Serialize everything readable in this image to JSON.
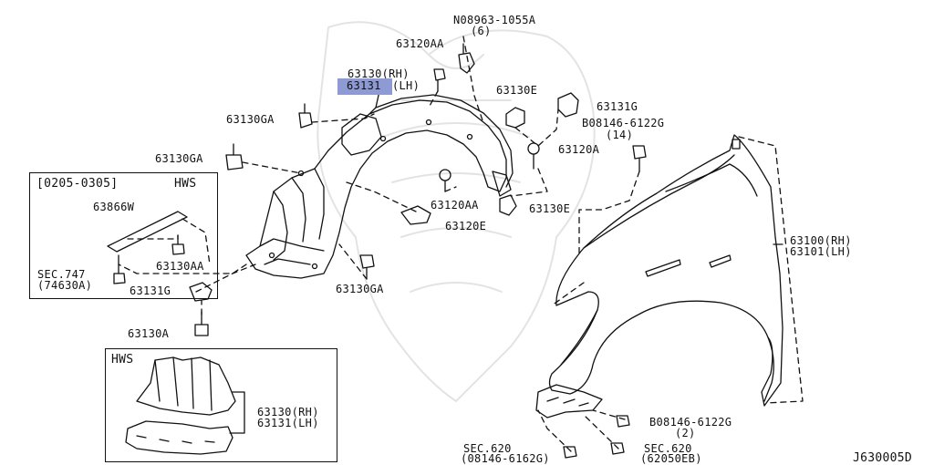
{
  "diagram_id": "J630005D",
  "labels": {
    "nut_08963": "N08963-1055A",
    "nut_08963_qty": "(6)",
    "clip_63120AA_top": "63120AA",
    "protector_rh": "63130(RH)",
    "protector_lh_highlight": "63131",
    "protector_lh_suffix": "(LH)",
    "clip_63130E_top": "63130E",
    "bracket_63131G_right": "63131G",
    "bolt_08146_top": "B08146-6122G",
    "bolt_08146_top_qty": "(14)",
    "screw_63130GA_a": "63130GA",
    "screw_63130GA_b": "63130GA",
    "clip_63120A": "63120A",
    "clip_63120AA_mid": "63120AA",
    "clip_63130E_mid": "63130E",
    "seal_63120E": "63120E",
    "fender_rh": "63100(RH)",
    "fender_lh": "63101(LH)",
    "screw_63130GA_c": "63130GA",
    "bracket_63131G_left": "63131G",
    "screw_63130A": "63130A",
    "bolt_08146_bottom": "B08146-6122G",
    "bolt_08146_bottom_qty": "(2)",
    "sec620_left": "SEC.620",
    "sec620_left_part": "(08146-6162G)",
    "sec620_right": "SEC.620",
    "sec620_right_part": "(62050EB)"
  },
  "inset_top": {
    "date_range": "[0205-0305]",
    "variant": "HWS",
    "part_63866W": "63866W",
    "part_63130AA": "63130AA",
    "sec747": "SEC.747",
    "sec747_part": "(74630A)"
  },
  "inset_bottom": {
    "variant": "HWS",
    "protector_rh": "63130(RH)",
    "protector_lh": "63131(LH)"
  }
}
